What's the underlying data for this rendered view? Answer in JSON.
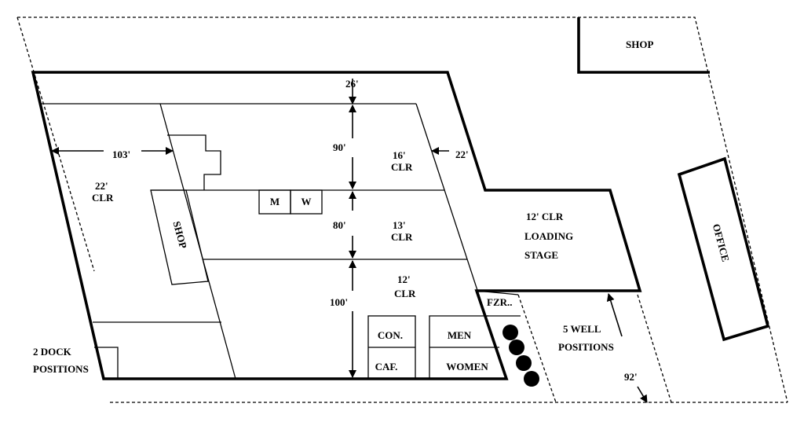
{
  "labels": {
    "shop_top": "SHOP",
    "office": "OFFICE",
    "shop_inner": "SHOP",
    "dim_26": "26'",
    "dim_90": "90'",
    "dim_80": "80'",
    "dim_100": "100'",
    "dim_103": "103'",
    "dim_22_right": "22'",
    "dim_92": "92'",
    "clr_22": "22'",
    "clr_22_b": "CLR",
    "clr_16": "16'",
    "clr_16_b": "CLR",
    "clr_13": "13'",
    "clr_13_b": "CLR",
    "clr_12": "12'",
    "clr_12_b": "CLR",
    "men_room": "M",
    "women_room": "W",
    "loading_1": "12' CLR",
    "loading_2": "LOADING",
    "loading_3": "STAGE",
    "fzr": "FZR..",
    "con": "CON.",
    "caf": "CAF.",
    "men": "MEN",
    "women": "WOMEN",
    "well_1": "5 WELL",
    "well_2": "POSITIONS",
    "dock_1": "2 DOCK",
    "dock_2": "POSITIONS"
  }
}
